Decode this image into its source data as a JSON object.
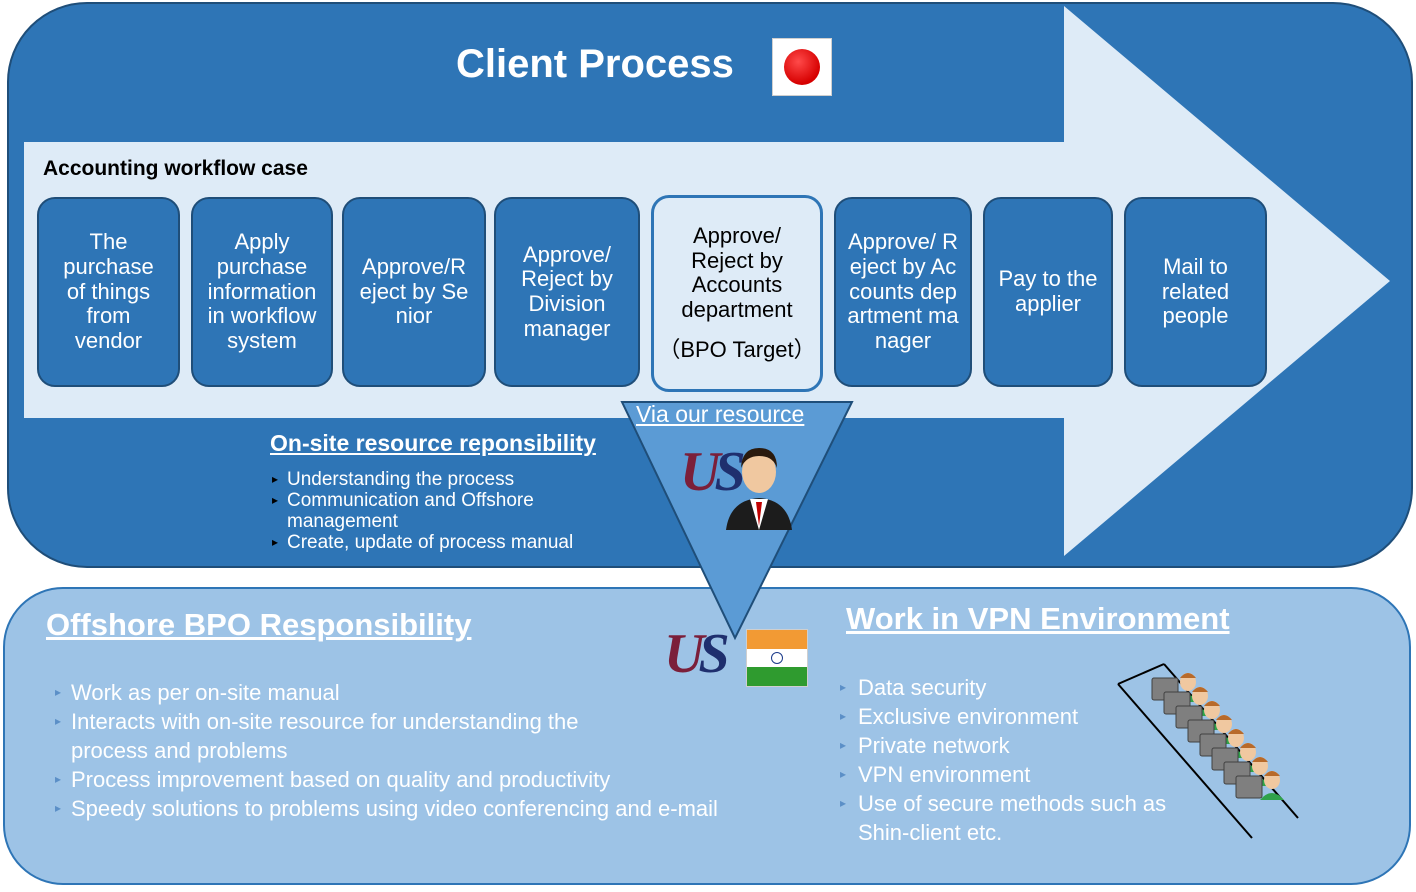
{
  "header": {
    "title": "Client Process",
    "flag_icon": "japan-flag-icon"
  },
  "workflow": {
    "label": "Accounting workflow case",
    "steps": [
      {
        "label": "The purchase of things from vendor"
      },
      {
        "label": "Apply purchase information in workflow system"
      },
      {
        "label": "Approve/Reject by Senior"
      },
      {
        "label": "Approve/ Reject by Division manager"
      },
      {
        "label": "Approve/ Reject by Accounts department",
        "note": "（BPO Target）"
      },
      {
        "label": "Approve/ Reject by Accounts department manager"
      },
      {
        "label": "Pay to the applier"
      },
      {
        "label": "Mail to related people"
      }
    ]
  },
  "connector": {
    "label": "Via our resource",
    "person_icon": "businessman-icon"
  },
  "onsite": {
    "title": "On-site resource reponsibility",
    "items": [
      "Understanding the process",
      "Communication and Offshore management",
      "Create, update of process manual"
    ]
  },
  "logo": {
    "text": "US",
    "icon": "company-logo-icon"
  },
  "offshore": {
    "title": "Offshore BPO Responsibility",
    "flag_icon": "india-flag-icon",
    "items": [
      "Work as per on-site manual",
      "Interacts with on-site resource for understanding the process and problems",
      "Process improvement based on quality and productivity",
      "Speedy solutions to problems using video conferencing and e-mail"
    ]
  },
  "vpn": {
    "title": "Work in VPN Environment",
    "icon": "workers-at-computers-icon",
    "items": [
      "Data security",
      "Exclusive environment",
      "Private network",
      "VPN environment",
      "Use of secure methods such as Shin-client etc."
    ]
  },
  "colors": {
    "primary": "#2e75b6",
    "dark": "#1f4e79",
    "light": "#deebf7",
    "bottom_panel": "#9dc3e6"
  }
}
